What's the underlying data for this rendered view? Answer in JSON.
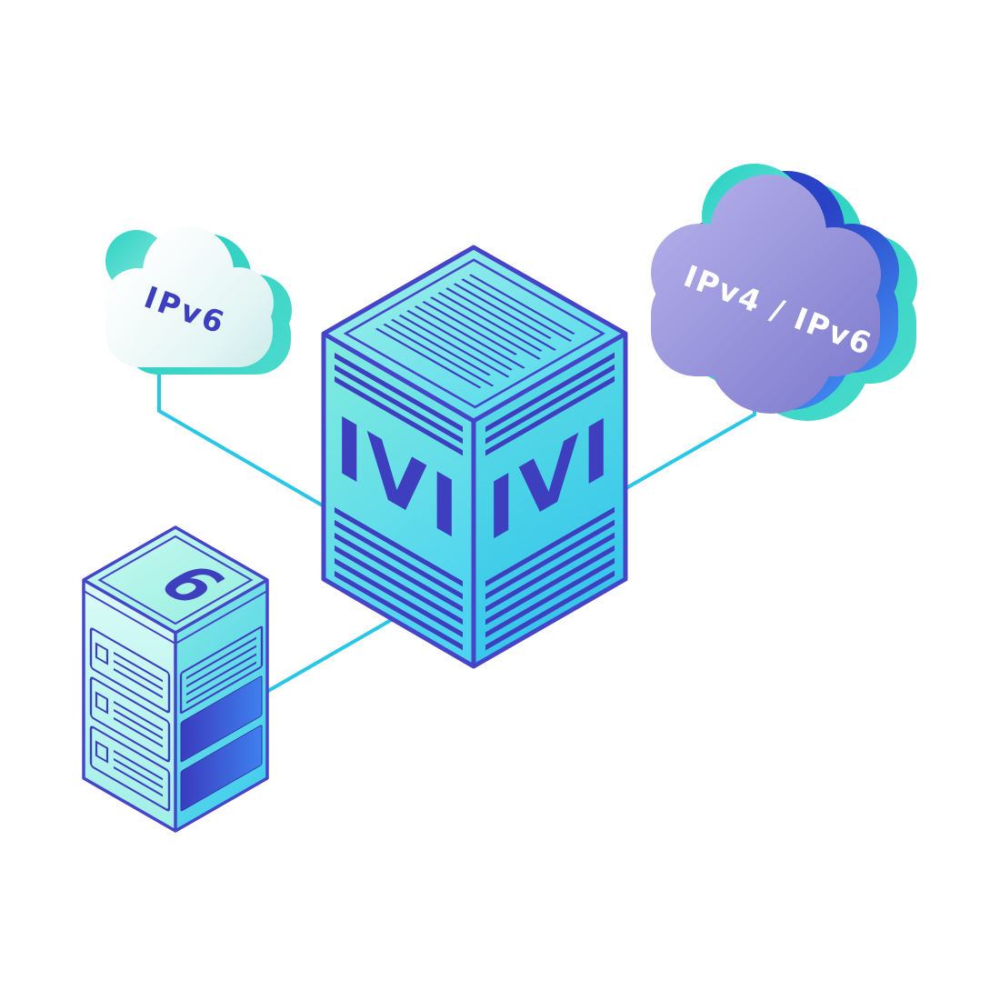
{
  "diagram": {
    "left_cloud": {
      "label": "IPv6"
    },
    "right_cloud": {
      "label": "IPv4 / IPv6"
    },
    "cube": {
      "left_face_label": "IVI",
      "right_face_label": "IVI"
    },
    "server": {
      "label": "6"
    },
    "colors": {
      "connector_cyan": "#29c6e8",
      "outline_indigo": "#4645c9",
      "text_indigo": "#3d3fbe",
      "teal_accent": "#2ed3c5",
      "blue_accent": "#3f85ee",
      "purple_cloud": "#8e8bd8",
      "cyan_face": "#49d6ef",
      "label_white": "#ffffff"
    }
  }
}
